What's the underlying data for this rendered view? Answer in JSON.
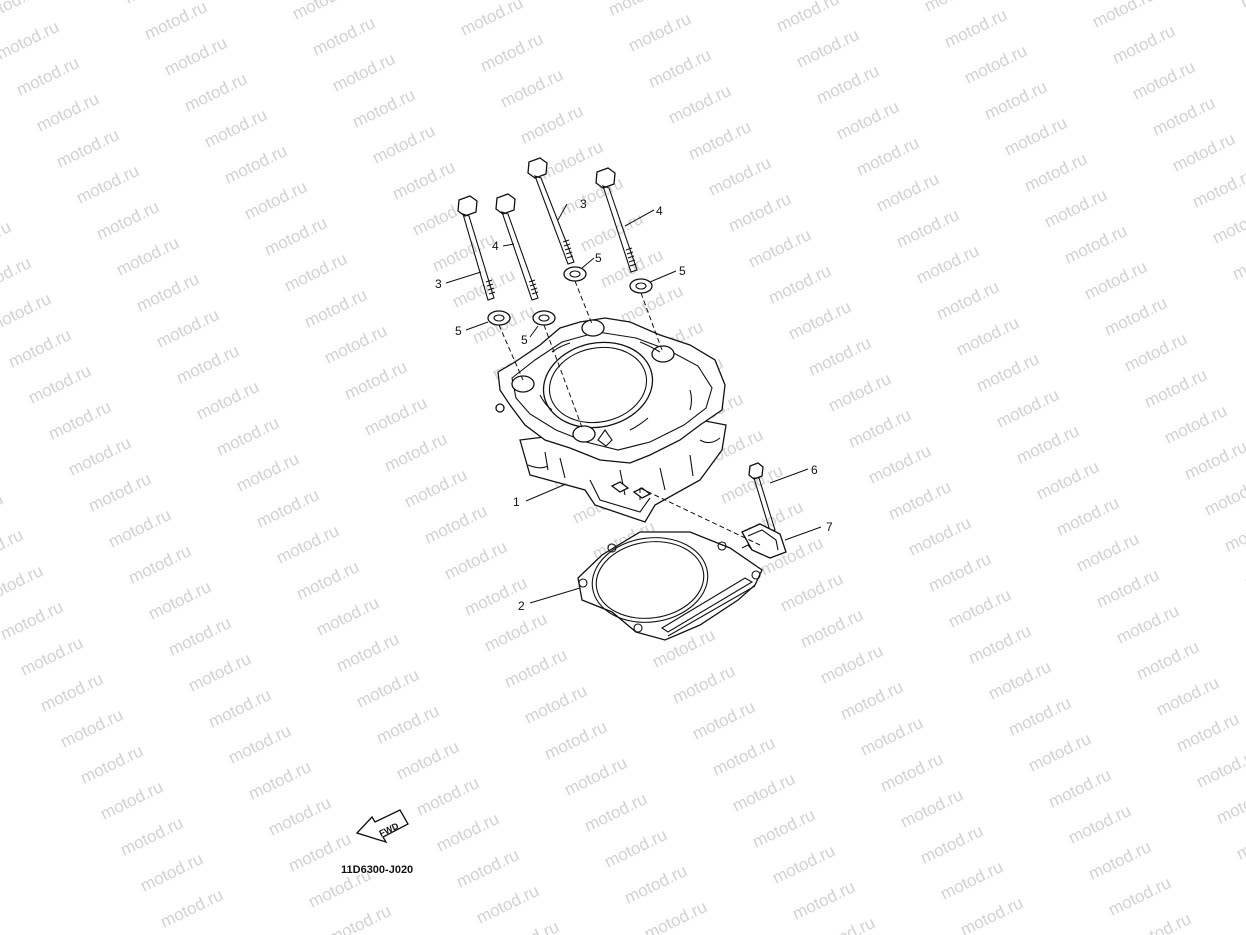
{
  "diagram": {
    "callouts": [
      {
        "id": "c1",
        "label": "1"
      },
      {
        "id": "c2",
        "label": "2"
      },
      {
        "id": "c3a",
        "label": "3"
      },
      {
        "id": "c3b",
        "label": "3"
      },
      {
        "id": "c4a",
        "label": "4"
      },
      {
        "id": "c4b",
        "label": "4"
      },
      {
        "id": "c5a",
        "label": "5"
      },
      {
        "id": "c5b",
        "label": "5"
      },
      {
        "id": "c5c",
        "label": "5"
      },
      {
        "id": "c5d",
        "label": "5"
      },
      {
        "id": "c6",
        "label": "6"
      },
      {
        "id": "c7",
        "label": "7"
      }
    ],
    "fwd_label": "FWD",
    "diagram_code": "11D6300-J020"
  },
  "watermark": {
    "text": "motod.ru",
    "color": "#d2d2d2"
  }
}
